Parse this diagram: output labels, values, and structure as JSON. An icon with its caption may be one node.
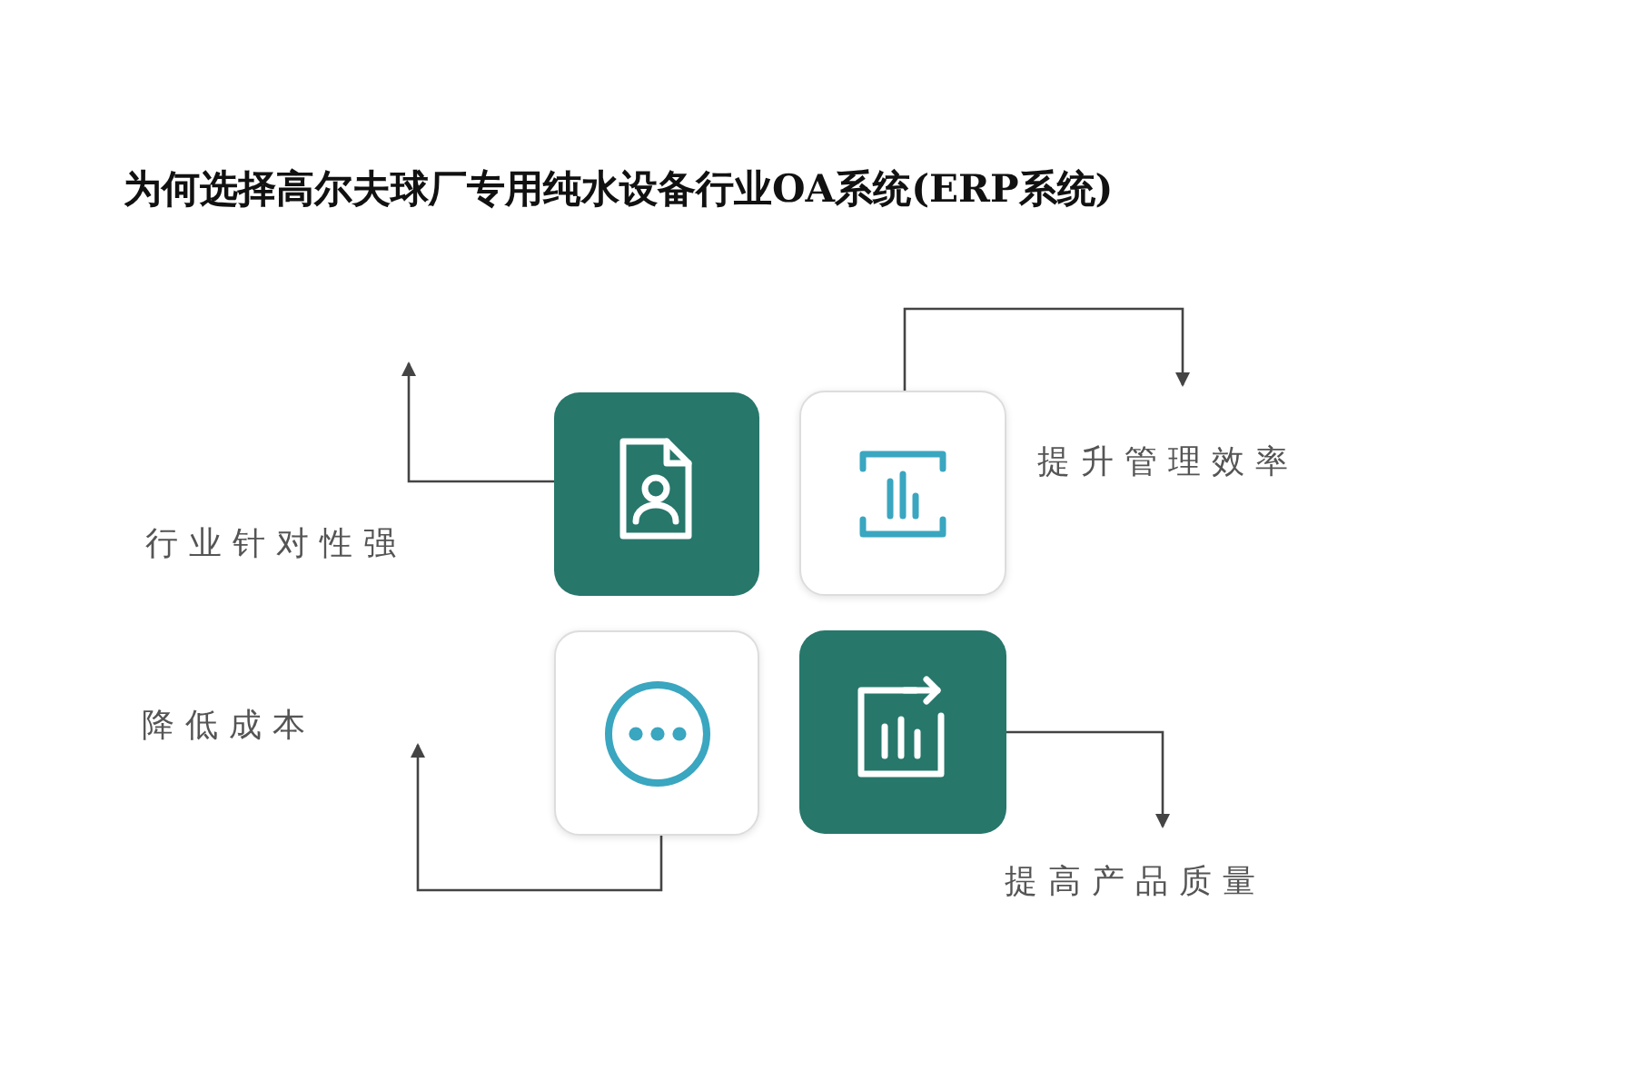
{
  "diagram": {
    "title": "为何选择高尔夫球厂专用纯水设备行业OA系统(ERP系统)",
    "nodes": [
      {
        "text": [],
        "shape": "box"
      },
      {
        "text": [],
        "shape": "box"
      },
      {
        "text": [],
        "shape": "box"
      },
      {
        "text": [],
        "shape": "box"
      }
    ],
    "edges": [
      {
        "from": 0,
        "to": null,
        "arrow": "to"
      },
      {
        "from": 1,
        "to": null,
        "arrow": "to"
      },
      {
        "from": 2,
        "to": null,
        "arrow": "to"
      },
      {
        "from": 3,
        "to": null,
        "arrow": "to"
      }
    ],
    "labels": [
      "提升管理效率",
      "行业针对性强",
      "降低成本",
      "提高产品质量"
    ]
  }
}
